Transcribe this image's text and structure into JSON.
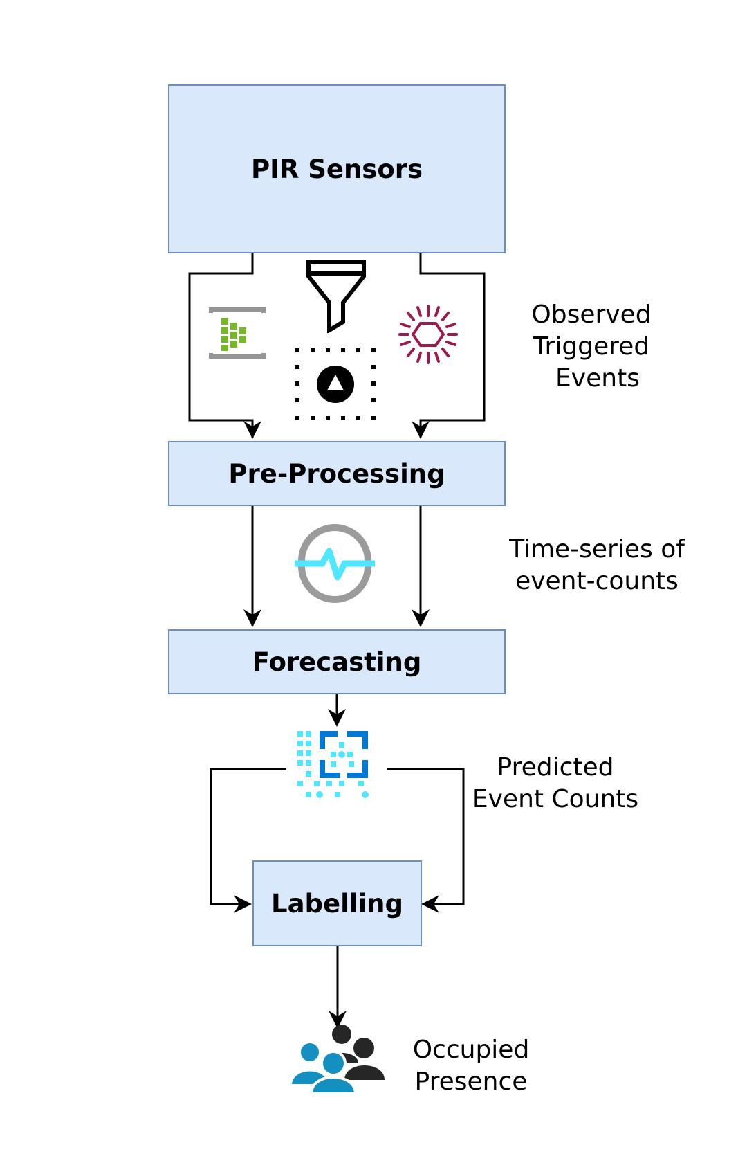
{
  "nodes": {
    "pir_sensors": "PIR Sensors",
    "pre_processing": "Pre-Processing",
    "forecasting": "Forecasting",
    "labelling": "Labelling"
  },
  "annotations": {
    "observed": [
      "Observed",
      "Triggered",
      "Events"
    ],
    "timeseries": [
      "Time-series of",
      "event-counts"
    ],
    "predicted": [
      "Predicted",
      "Event Counts"
    ],
    "occupied": [
      "Occupied",
      "Presence"
    ]
  },
  "icons": {
    "event_hub": "event-hubs-icon",
    "filter": "filter-icon",
    "upload": "upload-icon",
    "iot": "iot-hexagon-icon",
    "time_series": "time-series-icon",
    "ml": "machine-learning-icon",
    "users": "users-icon"
  },
  "colors": {
    "box_fill": "#dae8fc",
    "box_border": "#6c8ebf",
    "arrow": "#000000",
    "event_hub_green": "#76b82a",
    "iot_magenta": "#9c1a4f",
    "time_series_cyan": "#50e6ff",
    "ml_blue": "#0078d4",
    "users_blue": "#1490c0",
    "users_dark": "#262626"
  }
}
